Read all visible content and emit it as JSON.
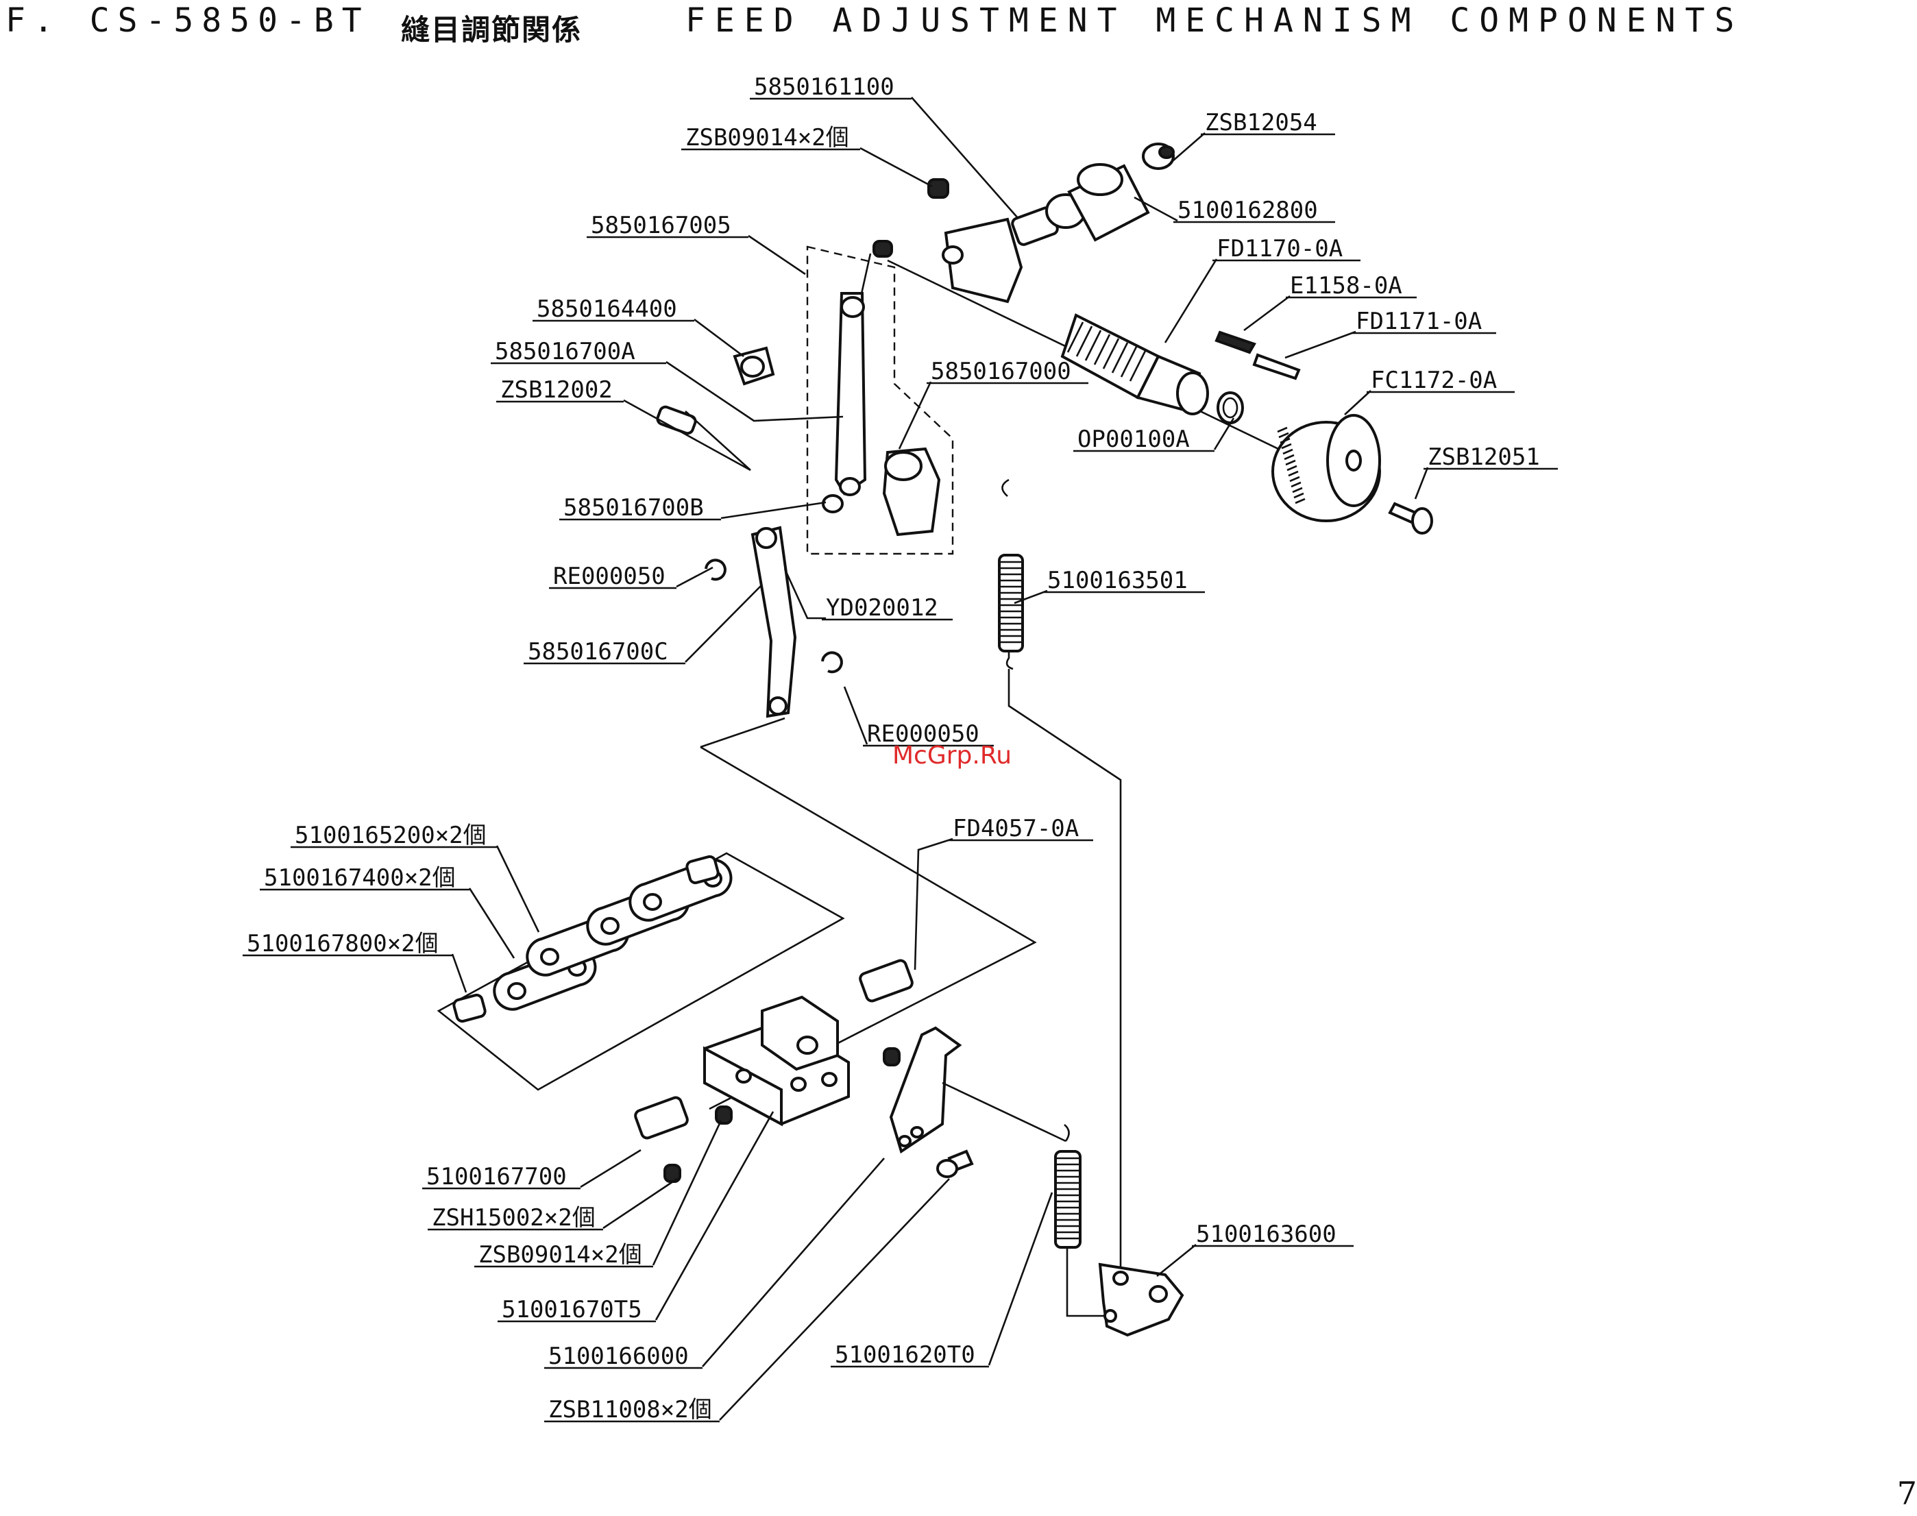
{
  "header": {
    "model": "F. CS-5850-BT",
    "title_jp": "縫目調節関係",
    "title_en": "FEED ADJUSTMENT MECHANISM COMPONENTS"
  },
  "page_number": "7",
  "watermark": "McGrp.Ru",
  "labels": [
    "5850161100",
    "ZSB12054",
    "ZSB09014×2個",
    "5100162800",
    "5850167005",
    "FD1170-0A",
    "E1158-0A",
    "FD1171-0A",
    "5850164400",
    "585016700A",
    "5850167000",
    "FC1172-0A",
    "ZSB12002",
    "OP00100A",
    "ZSB12051",
    "585016700B",
    "RE000050",
    "5100163501",
    "YD020012",
    "585016700C",
    "RE000050",
    "FD4057-0A",
    "5100165200×2個",
    "5100167400×2個",
    "5100167800×2個",
    "5100167700",
    "ZSH15002×2個",
    "ZSB09014×2個",
    "51001670T5",
    "5100166000",
    "51001620T0",
    "ZSB11008×2個",
    "5100163600"
  ]
}
